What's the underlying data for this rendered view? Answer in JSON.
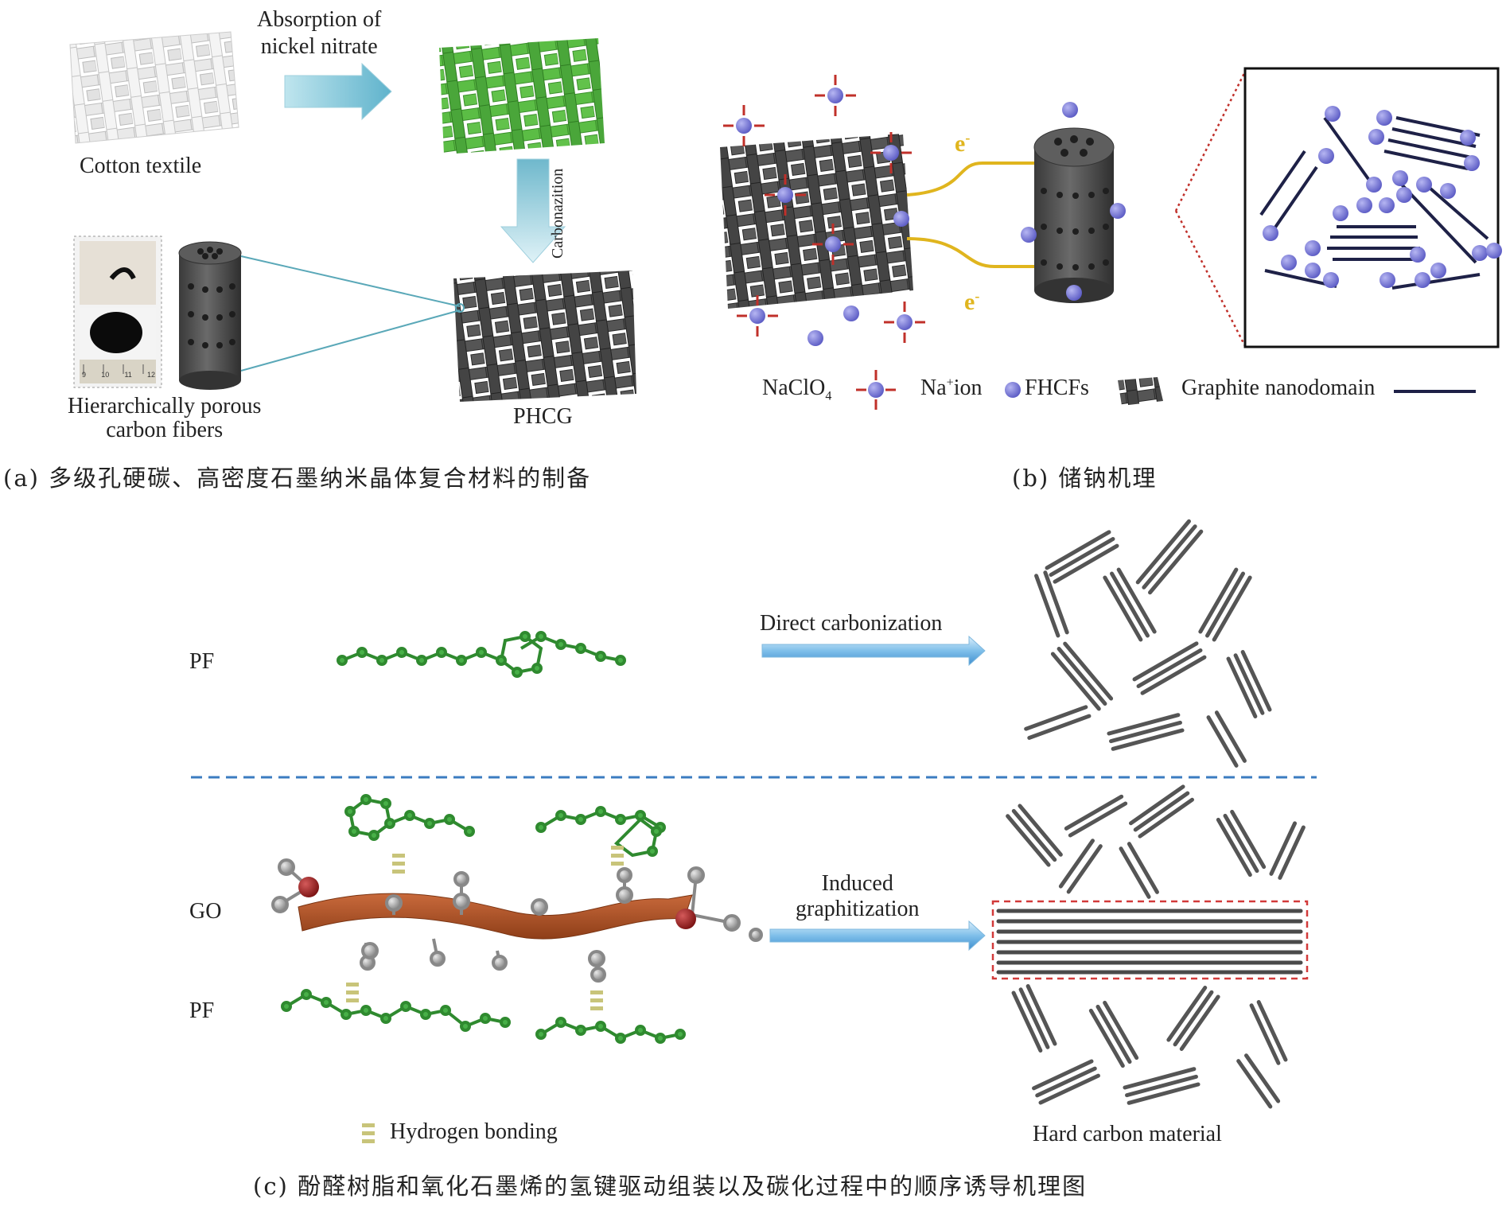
{
  "panel_a": {
    "absorption_label": "Absorption of\nnickel nitrate",
    "cotton_label": "Cotton textile",
    "carbonization_label": "Carbonazition",
    "fibers_label": "Hierarchically porous\ncarbon fibers",
    "phcg_label": "PHCG",
    "ruler_ticks": [
      "9",
      "10",
      "11",
      "12"
    ],
    "caption": "(a) 多级孔硬碳、高密度石墨纳米晶体复合材料的制备"
  },
  "panel_b": {
    "electron_label": "e",
    "electron_sup": "-",
    "legend_naclo4": "NaClO",
    "legend_naclo4_sub": "4",
    "legend_na": "Na",
    "legend_na_sup": "+",
    "legend_na_suffix": "ion",
    "legend_fhcfs": "FHCFs",
    "legend_graphite": "Graphite nanodomain",
    "caption": "(b) 储钠机理"
  },
  "panel_c": {
    "pf_label": "PF",
    "go_label": "GO",
    "direct_carbonization": "Direct carbonization",
    "induced_graphitization": "Induced\ngraphitization",
    "hydrogen_bonding": "Hydrogen bonding",
    "hard_carbon": "Hard carbon material",
    "caption": "(c) 酚醛树脂和氧化石墨烯的氢键驱动组装以及碳化过程中的顺序诱导机理图"
  },
  "colors": {
    "green_mesh": "#4caa3a",
    "dark_mesh": "#4b4b4b",
    "ion_blue": "#6f6fd0",
    "anion_red": "#c0302a",
    "wire_yellow": "#e0b51e",
    "arrow_cyan": "#8fcfe0",
    "line_navy": "#1e2147",
    "go_brown": "#b5562a",
    "dash_blue": "#3b7cc0",
    "box_red": "#d23a3a"
  }
}
